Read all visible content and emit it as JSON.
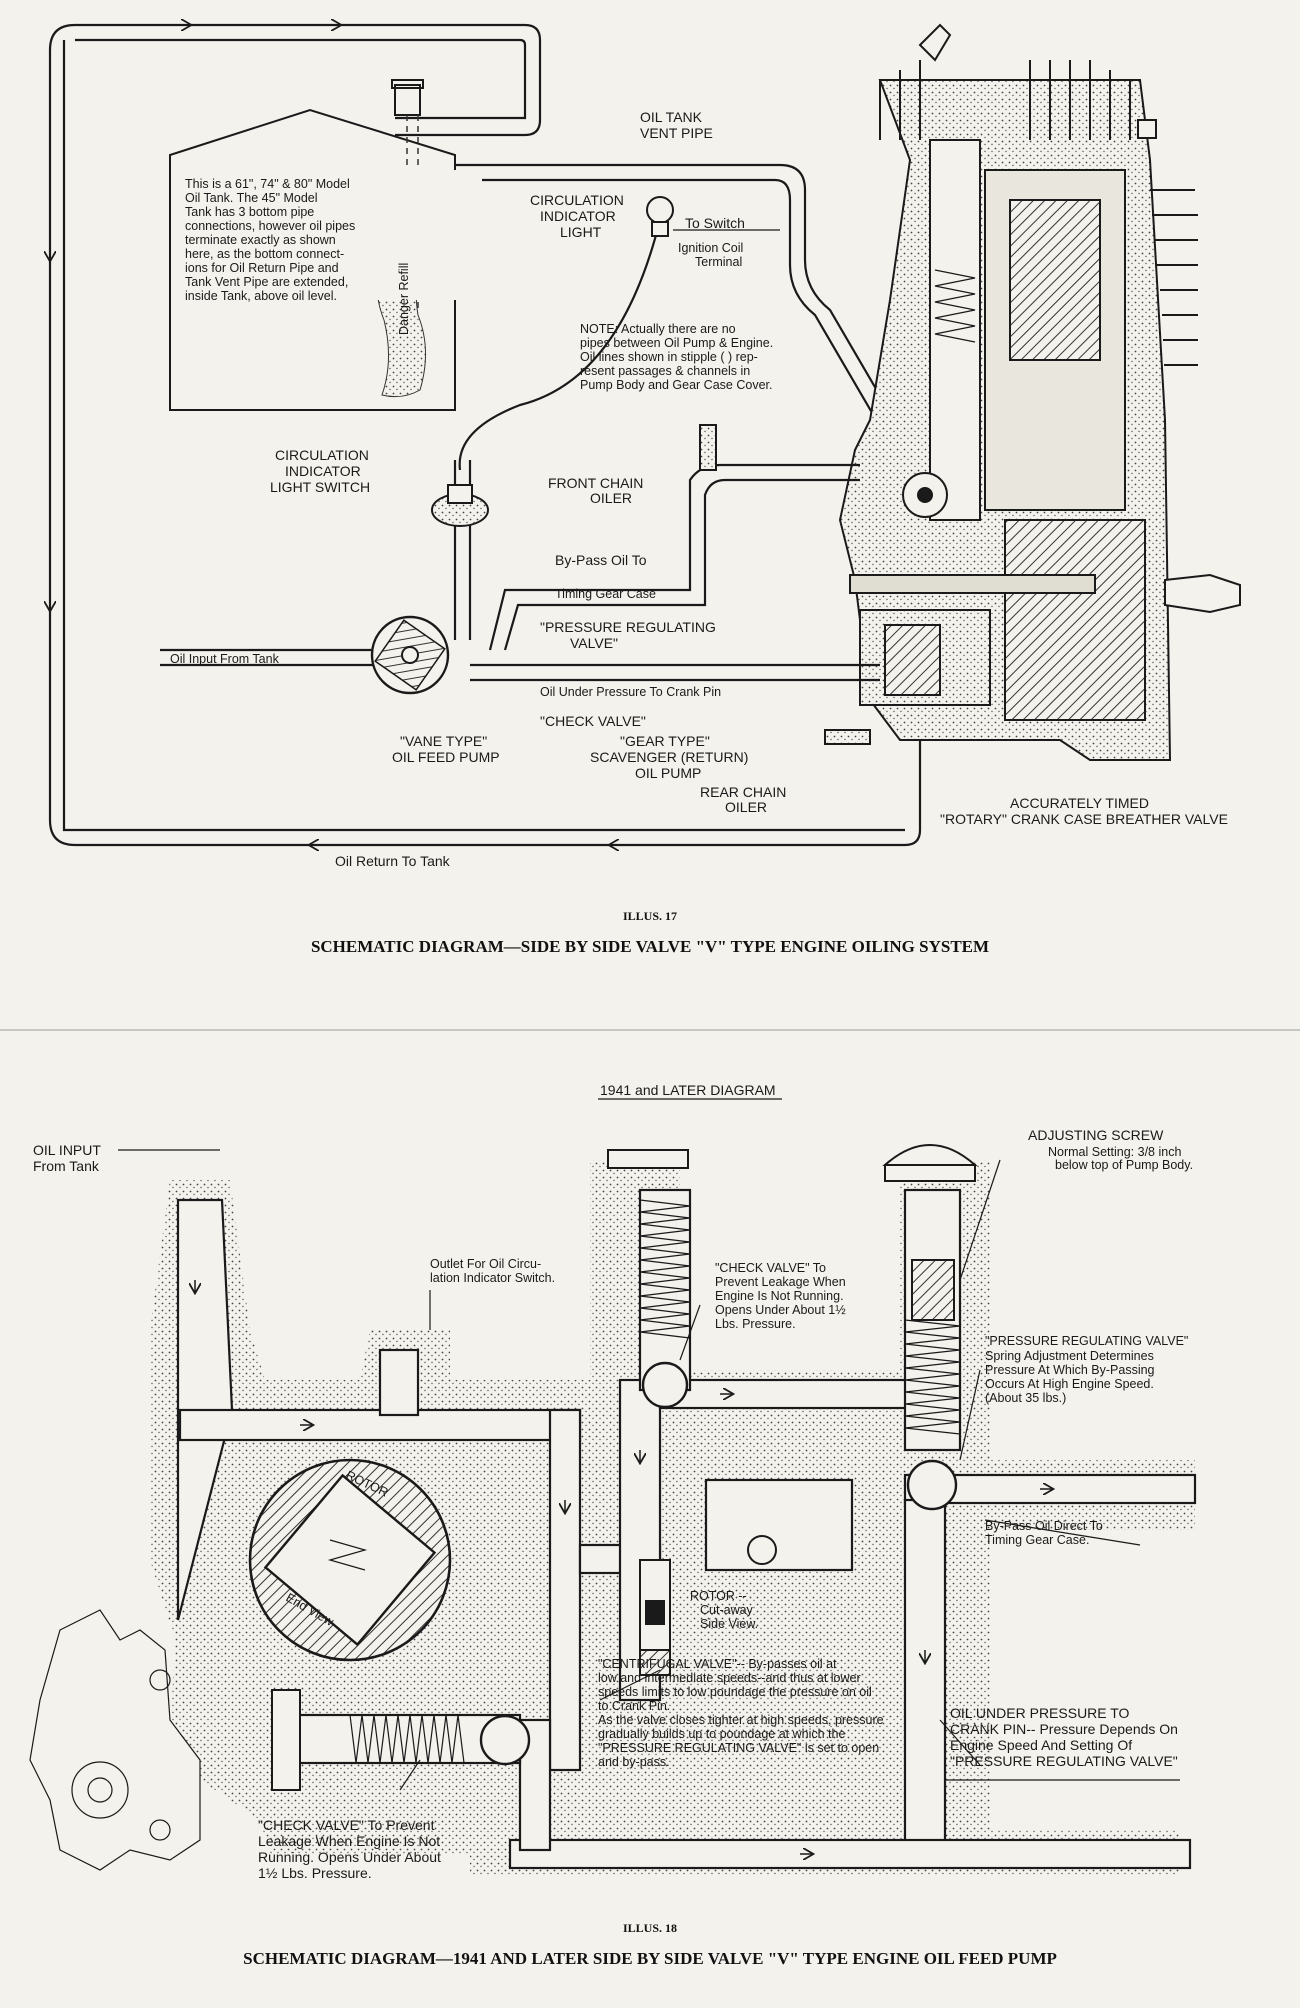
{
  "top": {
    "tank_note": [
      "This is a 61\", 74\" & 80\" Model",
      "Oil Tank. The 45\" Model",
      "Tank has 3 bottom pipe",
      "connections, however oil pipes",
      "terminate exactly as shown",
      "here, as the bottom connect-",
      "ions for Oil Return Pipe and",
      "Tank Vent Pipe are extended,",
      "inside Tank, above oil level."
    ],
    "danger_refill": "Danger Refill",
    "oil_tank_vent_pipe": [
      "OIL TANK",
      "VENT PIPE"
    ],
    "indicator_light": [
      "CIRCULATION",
      "INDICATOR",
      "LIGHT"
    ],
    "to_switch": "To Switch",
    "ignition_coil": [
      "Ignition Coil",
      "Terminal"
    ],
    "note": [
      "NOTE: Actually there are no",
      "pipes between Oil Pump & Engine.",
      "Oil lines shown in stipple (    ) rep-",
      "resent passages & channels in",
      "Pump Body and Gear Case Cover."
    ],
    "light_switch": [
      "CIRCULATION",
      "INDICATOR",
      "LIGHT SWITCH"
    ],
    "front_chain_oiler": [
      "FRONT CHAIN",
      "OILER"
    ],
    "bypass_oil": "By-Pass Oil To",
    "timing_gear_case": "Timing Gear Case",
    "pressure_regulating": [
      "\"PRESSURE REGULATING",
      "VALVE\""
    ],
    "oil_input": "Oil Input From Tank",
    "oil_under_pressure": "Oil Under Pressure To Crank Pin",
    "check_valve": "\"CHECK VALVE\"",
    "vane_pump": [
      "\"VANE TYPE\"",
      "OIL FEED PUMP"
    ],
    "gear_pump": [
      "\"GEAR TYPE\"",
      "SCAVENGER (RETURN)",
      "OIL PUMP"
    ],
    "rear_chain_oiler": [
      "REAR CHAIN",
      "OILER"
    ],
    "breather": [
      "ACCURATELY TIMED",
      "\"ROTARY\" CRANK CASE BREATHER VALVE"
    ],
    "oil_return": "Oil Return To Tank",
    "illus": "ILLUS. 17",
    "caption": "SCHEMATIC DIAGRAM—SIDE BY SIDE VALVE \"V\" TYPE ENGINE OILING SYSTEM"
  },
  "bottom": {
    "later_diagram": "1941 and LATER DIAGRAM",
    "oil_input": [
      "OIL INPUT",
      "From Tank"
    ],
    "outlet": [
      "Outlet For Oil Circu-",
      "lation Indicator Switch."
    ],
    "check_valve_top": [
      "\"CHECK VALVE\" To",
      "Prevent Leakage When",
      "Engine Is Not Running.",
      "Opens Under About 1½",
      "Lbs. Pressure."
    ],
    "adjusting_screw": "ADJUSTING SCREW",
    "normal_setting": [
      "Normal Setting: 3/8 inch",
      "below top of Pump Body."
    ],
    "prv": [
      "\"PRESSURE REGULATING VALVE\"",
      "Spring Adjustment Determines",
      "Pressure At Which By-Passing",
      "Occurs At High Engine Speed.",
      "(About 35 lbs.)"
    ],
    "rotor": "ROTOR",
    "end_view": "End View",
    "rotor_cutaway": [
      "ROTOR --",
      "Cut-away",
      "Side View."
    ],
    "bypass_direct": [
      "By-Pass Oil Direct To",
      "Timing Gear Case."
    ],
    "centrifugal": [
      "\"CENTRIFUGAL VALVE\"-- By-passes oil at",
      "low and intermediate speeds--and thus at lower",
      "speeds limits to low poundage the pressure on oil",
      "to Crank Pin.",
      "As the valve closes tighter at high speeds, pressure",
      "gradually builds up to poundage at which the",
      "\"PRESSURE REGULATING VALVE\" is set to open",
      "and by-pass."
    ],
    "oil_under_pressure": [
      "OIL UNDER PRESSURE TO",
      "CRANK PIN-- Pressure Depends On",
      "Engine Speed And Setting Of",
      "\"PRESSURE REGULATING VALVE\""
    ],
    "check_valve_bottom": [
      "\"CHECK VALVE\" To Prevent",
      "Leakage When Engine Is Not",
      "Running. Opens Under About",
      "1½ Lbs. Pressure."
    ],
    "illus": "ILLUS. 18",
    "caption": "SCHEMATIC DIAGRAM—1941 AND LATER SIDE BY SIDE VALVE \"V\" TYPE ENGINE OIL FEED PUMP"
  }
}
